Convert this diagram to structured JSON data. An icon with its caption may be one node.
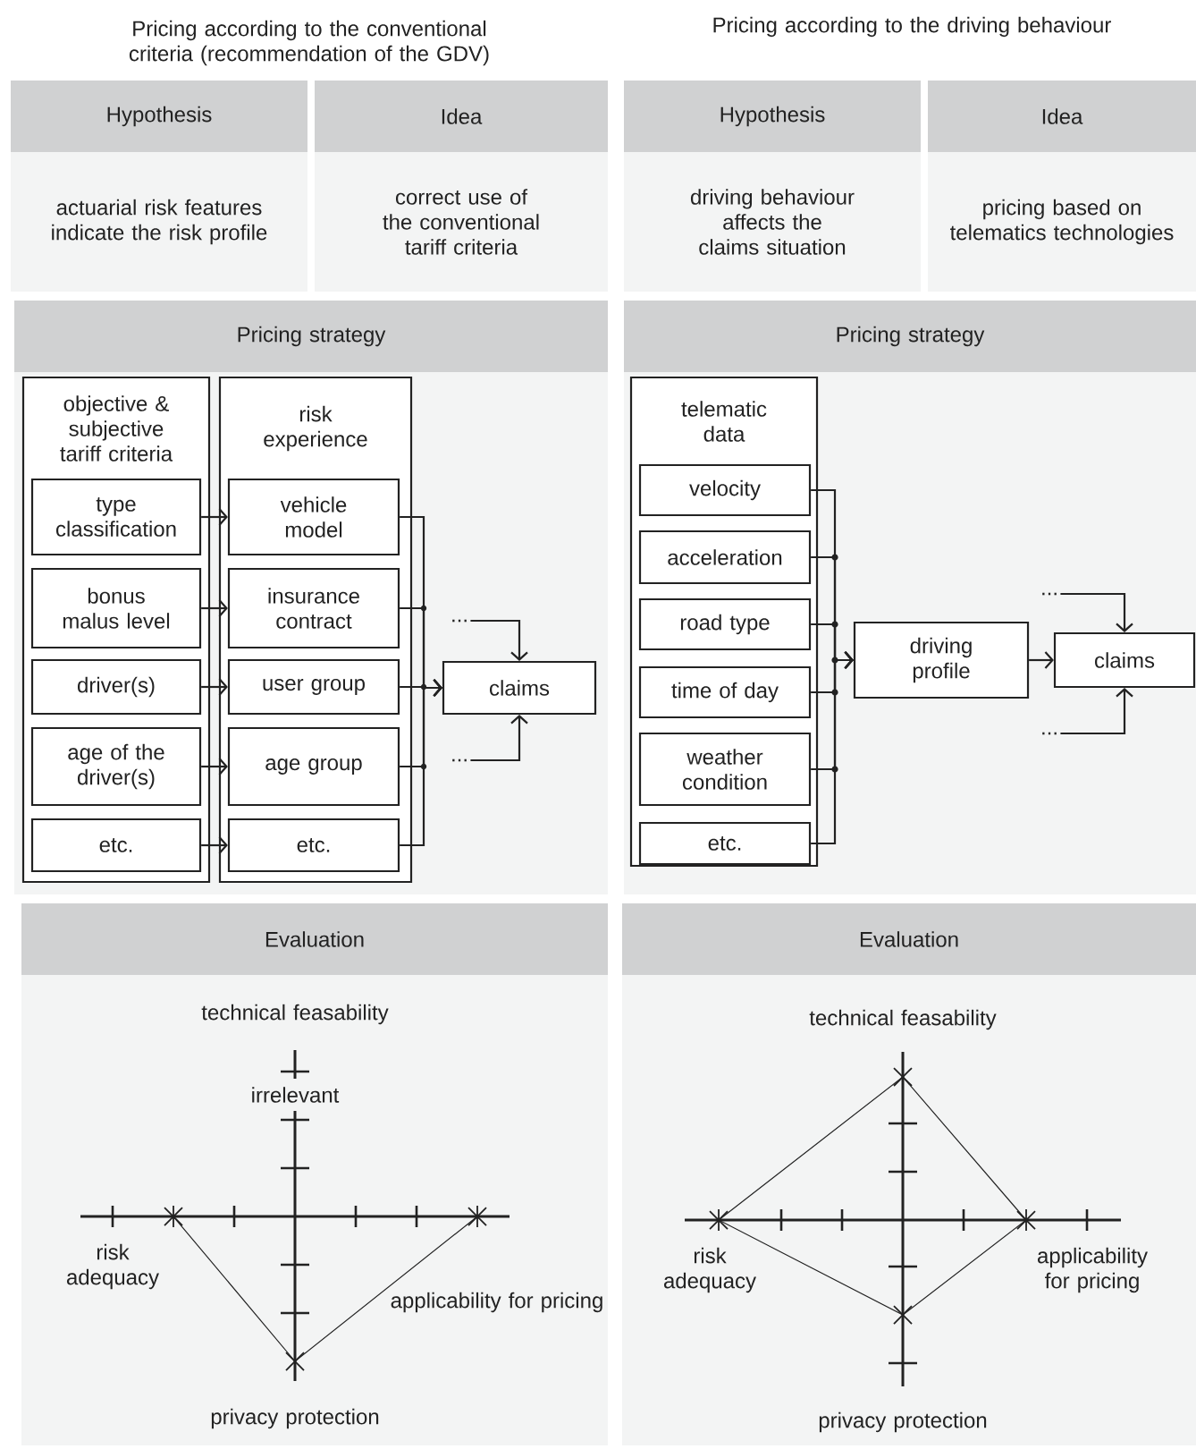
{
  "diagram": {
    "nodes": [
      {
        "text": [
          "objective & subjective tariff criteria"
        ]
      },
      {
        "text": [
          "type classification"
        ],
        "in": 0
      },
      {
        "text": [
          "bonus malus level"
        ],
        "in": 0
      },
      {
        "text": [
          "driver(s)"
        ],
        "in": 0
      },
      {
        "text": [
          "age of the driver(s)"
        ],
        "in": 0
      },
      {
        "text": [
          "etc."
        ],
        "in": 0
      },
      {
        "text": [
          "risk experience"
        ]
      },
      {
        "text": [
          "vehicle model"
        ],
        "in": 6
      },
      {
        "text": [
          "insurance contract"
        ],
        "in": 6
      },
      {
        "text": [
          "user group"
        ],
        "in": 6
      },
      {
        "text": [
          "age group"
        ],
        "in": 6
      },
      {
        "text": [
          "etc."
        ],
        "in": 6
      },
      {
        "text": [
          "claims"
        ]
      },
      {
        "text": [
          "..."
        ]
      },
      {
        "text": [
          "..."
        ]
      },
      {
        "text": [
          "telematic data"
        ]
      },
      {
        "text": [
          "velocity"
        ],
        "in": 15
      },
      {
        "text": [
          "acceleration"
        ],
        "in": 15
      },
      {
        "text": [
          "road type"
        ],
        "in": 15
      },
      {
        "text": [
          "time of day"
        ],
        "in": 15
      },
      {
        "text": [
          "weather condition"
        ],
        "in": 15
      },
      {
        "text": [
          "etc."
        ],
        "in": 15
      },
      {
        "text": [
          "driving profile"
        ]
      },
      {
        "text": [
          "claims"
        ]
      },
      {
        "text": [
          "..."
        ]
      },
      {
        "text": [
          "..."
        ]
      }
    ],
    "edges": [
      {
        "from": 1,
        "to": 7,
        "arrow": "to"
      },
      {
        "from": 2,
        "to": 8,
        "arrow": "to"
      },
      {
        "from": 3,
        "to": 9,
        "arrow": "to"
      },
      {
        "from": 4,
        "to": 10,
        "arrow": "to"
      },
      {
        "from": 5,
        "to": 11,
        "arrow": "to"
      },
      {
        "from": 7,
        "to": 12,
        "arrow": "to"
      },
      {
        "from": 8,
        "to": 12,
        "arrow": "to"
      },
      {
        "from": 9,
        "to": 12,
        "arrow": "to"
      },
      {
        "from": 10,
        "to": 12,
        "arrow": "to"
      },
      {
        "from": 11,
        "to": 12,
        "arrow": "to"
      },
      {
        "from": 13,
        "to": 12,
        "arrow": "to"
      },
      {
        "from": 14,
        "to": 12,
        "arrow": "to"
      },
      {
        "from": 16,
        "to": 22,
        "arrow": "to"
      },
      {
        "from": 17,
        "to": 22,
        "arrow": "to"
      },
      {
        "from": 18,
        "to": 22,
        "arrow": "to"
      },
      {
        "from": 19,
        "to": 22,
        "arrow": "to"
      },
      {
        "from": 20,
        "to": 22,
        "arrow": "to"
      },
      {
        "from": 21,
        "to": 22,
        "arrow": "to"
      },
      {
        "from": 22,
        "to": 23,
        "arrow": "to"
      },
      {
        "from": 24,
        "to": 23,
        "arrow": "to"
      },
      {
        "from": 25,
        "to": 23,
        "arrow": "to"
      }
    ],
    "labels": [
      "Pricing according to the conventional criteria (recommendation of the GDV)",
      "Pricing according to the driving behaviour",
      "Hypothesis",
      "Idea",
      "Hypothesis",
      "Idea",
      "actuarial risk features indicate the risk profile",
      "correct use of the conventional tariff criteria",
      "driving behaviour affects the claims situation",
      "pricing based on telematics technologies",
      "Pricing strategy",
      "Pricing strategy",
      "Evaluation",
      "Evaluation",
      "technical feasability",
      "technical feasability",
      "irrelevant",
      "risk adequacy",
      "applicability for pricing",
      "risk adequacy",
      "applicability for pricing",
      "privacy protection",
      "privacy protection"
    ]
  }
}
